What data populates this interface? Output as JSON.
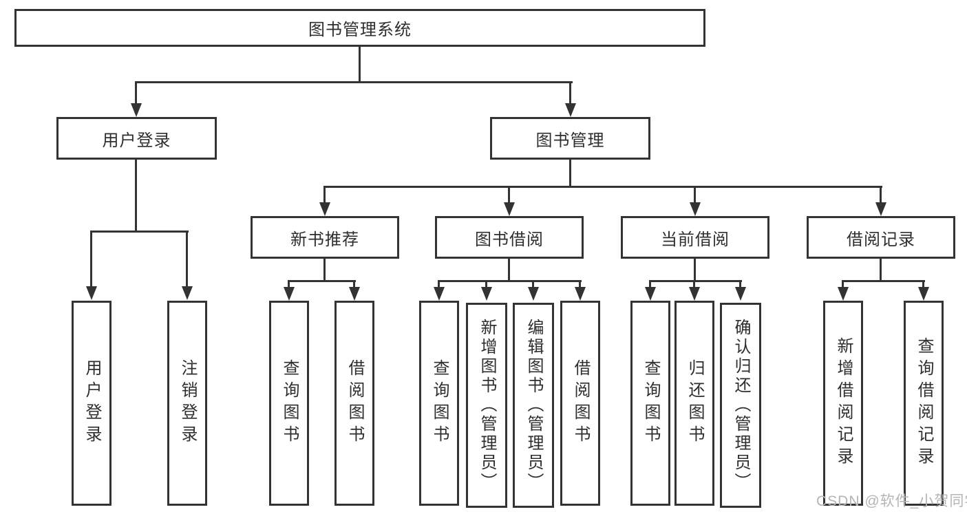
{
  "diagram": {
    "root": {
      "label": "图书管理系统"
    },
    "branches": [
      {
        "label": "用户登录",
        "children": [
          {
            "label": "用户登录"
          },
          {
            "label": "注销登录"
          }
        ]
      },
      {
        "label": "图书管理",
        "sections": [
          {
            "label": "新书推荐",
            "children": [
              {
                "label": "查询图书"
              },
              {
                "label": "借阅图书"
              }
            ]
          },
          {
            "label": "图书借阅",
            "children": [
              {
                "label": "查询图书"
              },
              {
                "label": "新增图书（管理员）"
              },
              {
                "label": "编辑图书（管理员）"
              },
              {
                "label": "借阅图书"
              }
            ]
          },
          {
            "label": "当前借阅",
            "children": [
              {
                "label": "查询图书"
              },
              {
                "label": "归还图书"
              },
              {
                "label": "确认归还（管理员）"
              }
            ]
          },
          {
            "label": "借阅记录",
            "children": [
              {
                "label": "新增借阅记录"
              },
              {
                "label": "查询借阅记录"
              }
            ]
          }
        ]
      }
    ]
  },
  "watermark": {
    "text": "CSDN @软件_小贺同学"
  },
  "colors": {
    "line": "#333333",
    "text": "#2e2e2e",
    "watermark": "#b5b5b5",
    "background": "#ffffff"
  }
}
